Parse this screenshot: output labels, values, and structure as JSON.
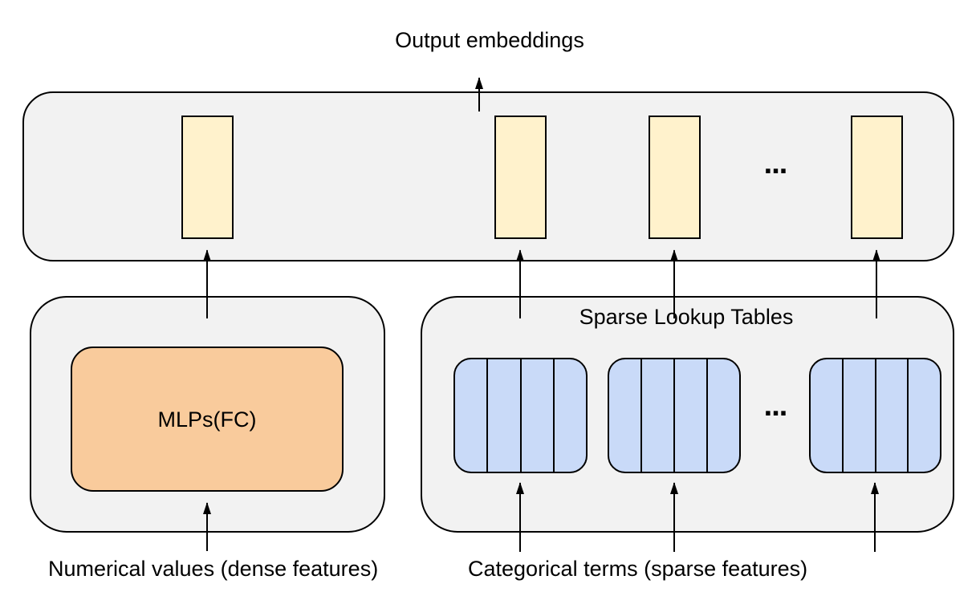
{
  "diagram": {
    "output_label": "Output embeddings",
    "sparse_title": "Sparse Lookup Tables",
    "mlp_label": "MLPs(FC)",
    "ellipsis_top": "...",
    "ellipsis_bottom": "...",
    "labels": {
      "dense": "Numerical values (dense features)",
      "sparse": "Categorical terms (sparse features)"
    },
    "counts": {
      "embedding_bars": 4,
      "lookup_tables": 3,
      "lookup_table_columns": 4
    },
    "colors": {
      "background": "#FFFFFF",
      "container_fill": "#F2F2F2",
      "embedding_fill": "#FFF2CC",
      "mlp_fill": "#F9CB9C",
      "lookup_fill": "#C9DAF8",
      "outline": "#000000"
    }
  }
}
